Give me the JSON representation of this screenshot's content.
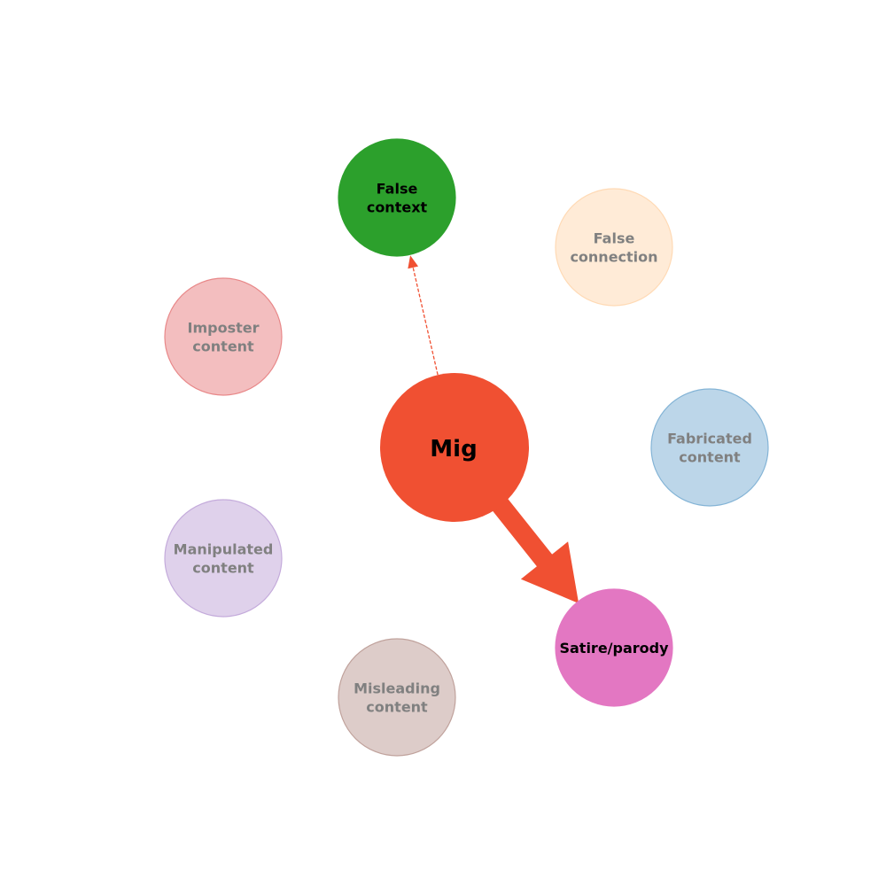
{
  "center": {
    "label": "Mig",
    "color": "#f05032"
  },
  "nodes": [
    {
      "id": "false-context",
      "lines": [
        "False",
        "context"
      ],
      "color": "#2ca02c",
      "active": true
    },
    {
      "id": "false-connection",
      "lines": [
        "False",
        "connection"
      ],
      "color": "#ffbb78",
      "active": false
    },
    {
      "id": "fabricated-content",
      "lines": [
        "Fabricated",
        "content"
      ],
      "color": "#1f77b4",
      "active": false
    },
    {
      "id": "satire-parody",
      "lines": [
        "Satire/parody"
      ],
      "color": "#e377c2",
      "active": true
    },
    {
      "id": "misleading-content",
      "lines": [
        "Misleading",
        "content"
      ],
      "color": "#8c564b",
      "active": false
    },
    {
      "id": "manipulated-content",
      "lines": [
        "Manipulated",
        "content"
      ],
      "color": "#9467bd",
      "active": false
    },
    {
      "id": "imposter-content",
      "lines": [
        "Imposter",
        "content"
      ],
      "color": "#d62728",
      "active": false
    }
  ],
  "edges": [
    {
      "from": "center",
      "to": "false-context",
      "style": "dashed-thin",
      "color": "#f05032"
    },
    {
      "from": "center",
      "to": "satire-parody",
      "style": "thick",
      "color": "#f05032"
    }
  ]
}
